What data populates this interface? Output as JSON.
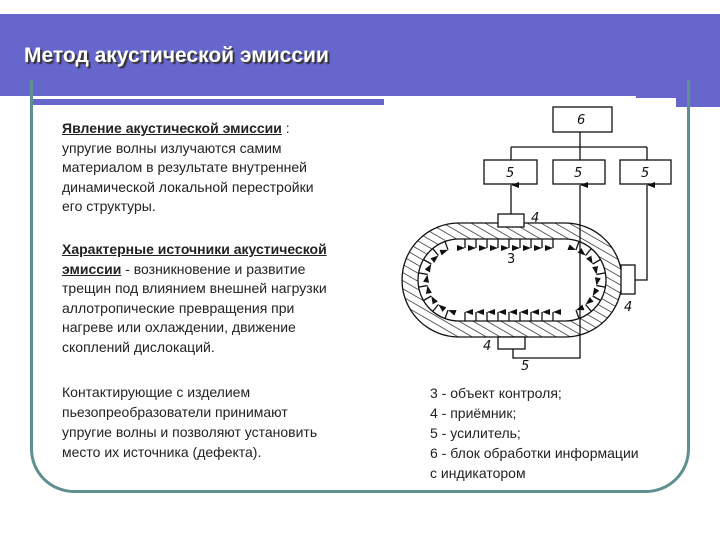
{
  "title": "Метод акустической эмиссии",
  "paragraphs": [
    {
      "heading": "Явление акустической эмиссии",
      "after_heading": " :",
      "lines": [
        "упругие волны излучаются самим",
        "материалом в результате внутренней",
        "динамической локальной перестройки",
        "его структуры."
      ]
    },
    {
      "heading_line1": "Характерные источники акустической",
      "heading_line2": "эмиссии",
      "after_heading": " -  возникновение и развитие",
      "lines": [
        "трещин под влиянием внешней нагрузки",
        "аллотропические превращения при",
        "нагреве или охлаждении, движение",
        "скоплений дислокаций."
      ]
    },
    {
      "lines": [
        "Контактирующие с изделием",
        "пьезопреобразователи принимают",
        "упругие волны и позволяют установить",
        "место их источника (дефекта)."
      ]
    }
  ],
  "legend": [
    "3 - объект контроля;",
    "4 - приёмник;",
    "5 - усилитель;",
    "6 - блок обработки информации",
    "с индикатором"
  ],
  "diagram": {
    "block_6": "6",
    "amplifiers": [
      "5",
      "5",
      "5"
    ],
    "receivers": [
      "4",
      "4",
      "4"
    ],
    "object": "3",
    "bottom_label": "5"
  },
  "colors": {
    "header": "#6666cc",
    "frame": "#5f8f90"
  }
}
